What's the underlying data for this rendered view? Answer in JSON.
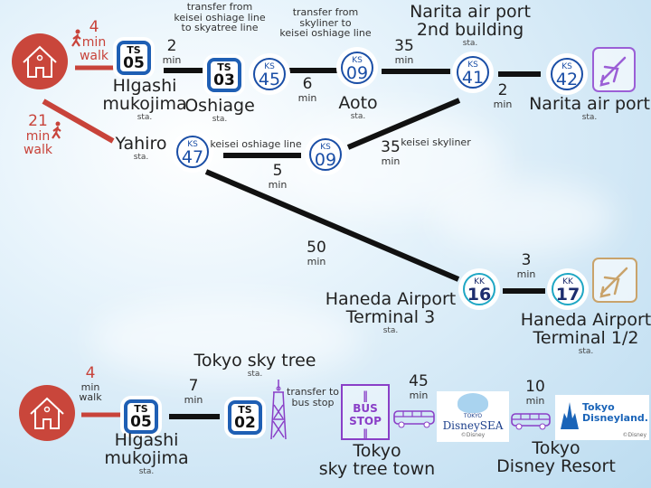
{
  "colors": {
    "walk": "#c8433a",
    "ts_line": "#1f5fb4",
    "ks_line": "#1a4ea6",
    "kk_line": "#1fa7c4",
    "bus": "#8a3fc7",
    "haneda_plane": "#c9a36b",
    "narita_plane": "#9b5fd6"
  },
  "common": {
    "min": "min",
    "walk": "walk",
    "sta": "sta."
  },
  "top": {
    "walk_home_higashi": "4",
    "walk_home_yahiro": "21",
    "higashi": {
      "code": "TS",
      "num": "05",
      "name1": "HIgashi",
      "name2": "mukojima"
    },
    "t_higashi_oshiage": "2",
    "transfer_oshiage": [
      "transfer  from",
      "keisei oshiage line",
      "to skyatree line"
    ],
    "oshiage": {
      "ts_code": "TS",
      "ts_num": "03",
      "ks_code": "KS",
      "ks_num": "45",
      "name": "Oshiage"
    },
    "t_oshiage_aoto": "6",
    "transfer_aoto": [
      "transfer  from",
      "skyliner to",
      "keisei oshiage line"
    ],
    "aoto": {
      "code": "KS",
      "num": "09",
      "name": "Aoto"
    },
    "t_aoto_narita2": "35",
    "narita2": {
      "code": "KS",
      "num": "41",
      "name1": "Narita air port",
      "name2": "2nd building"
    },
    "t_narita2_narita": "2",
    "narita": {
      "code": "KS",
      "num": "42",
      "name": "Narita air port"
    },
    "yahiro": {
      "code": "KS",
      "num": "47",
      "name": "Yahiro"
    },
    "line_yahiro_aoto": "keisei oshiage line",
    "t_yahiro_aoto": "5",
    "aoto2": {
      "code": "KS",
      "num": "09"
    },
    "t_aoto_narita2_skyliner": "35",
    "line_skyliner": "keisei skyliner",
    "t_yahiro_haneda3": "50",
    "haneda3": {
      "code": "KK",
      "num": "16",
      "name1": "Haneda Airport",
      "name2": "Terminal 3"
    },
    "t_haneda3_haneda12": "3",
    "haneda12": {
      "code": "KK",
      "num": "17",
      "name1": "Haneda Airport",
      "name2": "Terminal 1/2"
    }
  },
  "bottom": {
    "walk_home_higashi": "4",
    "higashi": {
      "code": "TS",
      "num": "05",
      "name1": "HIgashi",
      "name2": "mukojima"
    },
    "t_higashi_skytree": "7",
    "skytree": {
      "code": "TS",
      "num": "02",
      "name": "Tokyo sky tree"
    },
    "transfer_bus": [
      "transfer to",
      "bus stop"
    ],
    "bus_stop_sign": [
      "BUS",
      "STOP"
    ],
    "t_bus_disney": "45",
    "skytree_town": [
      "Tokyo",
      "sky tree town"
    ],
    "t_sea_land": "10",
    "disneysea_logo": "DisneySEA",
    "disneysea_small": "TOKYO",
    "disneyland_logo": [
      "Tokyo",
      "Disneyland."
    ],
    "copyright": "©Disney",
    "disney_resort": [
      "Tokyo",
      "Disney Resort"
    ]
  }
}
